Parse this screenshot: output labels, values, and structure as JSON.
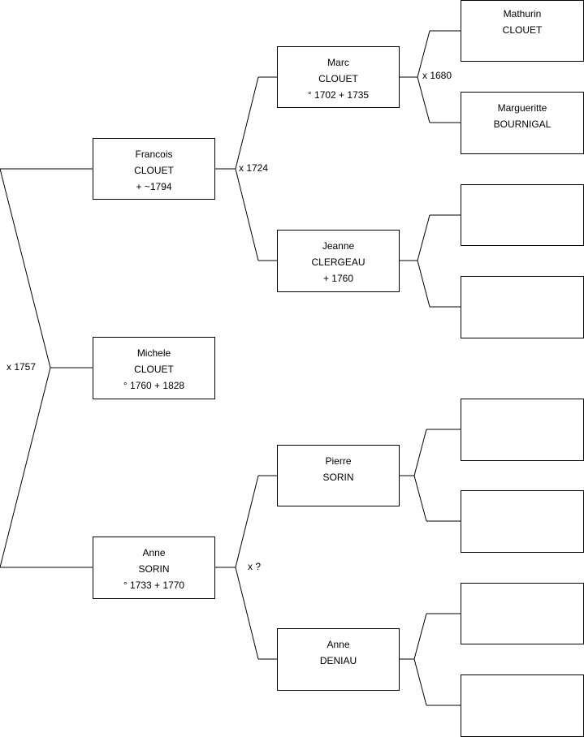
{
  "persons": {
    "michele": {
      "first": "Michele",
      "last": "CLOUET",
      "dates": "° 1760 + 1828"
    },
    "francois": {
      "first": "Francois",
      "last": "CLOUET",
      "dates": "+ ~1794"
    },
    "anne_sorin": {
      "first": "Anne",
      "last": "SORIN",
      "dates": "° 1733 + 1770"
    },
    "marc": {
      "first": "Marc",
      "last": "CLOUET",
      "dates": "° 1702 + 1735"
    },
    "jeanne": {
      "first": "Jeanne",
      "last": "CLERGEAU",
      "dates": "+ 1760"
    },
    "pierre": {
      "first": "Pierre",
      "last": "SORIN",
      "dates": ""
    },
    "anne_deniau": {
      "first": "Anne",
      "last": "DENIAU",
      "dates": ""
    },
    "mathurin": {
      "first": "Mathurin",
      "last": "CLOUET",
      "dates": ""
    },
    "margueritte": {
      "first": "Margueritte",
      "last": "BOURNIGAL",
      "dates": ""
    }
  },
  "marriages": {
    "parents": "x 1757",
    "paternal": "x 1724",
    "maternal": "x ?",
    "great_paternal": "x 1680"
  }
}
